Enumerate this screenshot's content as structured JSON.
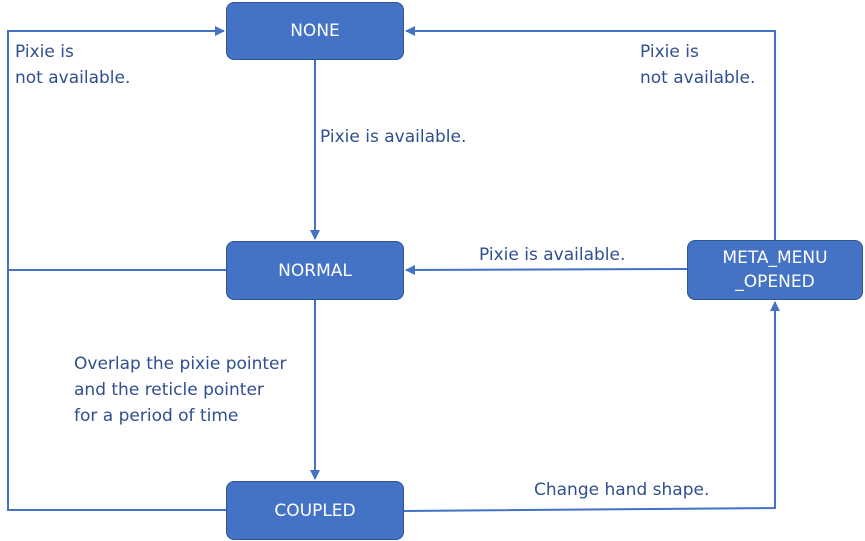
{
  "colors": {
    "box_fill": "#4472c4",
    "box_border": "#2f5597",
    "box_text": "#ffffff",
    "line": "#4472c4",
    "label_text": "#2f4f8f"
  },
  "states": {
    "none": "NONE",
    "normal": "NORMAL",
    "coupled": "COUPLED",
    "meta_line1": "META_MENU",
    "meta_line2": "_OPENED"
  },
  "labels": {
    "left_not_available": [
      "Pixie is",
      "not available."
    ],
    "right_not_available": [
      "Pixie is",
      "not available."
    ],
    "none_to_normal": "Pixie is available.",
    "meta_to_normal": "Pixie is available.",
    "normal_to_coupled": [
      "Overlap the pixie pointer",
      "and the reticle pointer",
      "for a period of time"
    ],
    "coupled_to_meta": "Change hand shape."
  }
}
